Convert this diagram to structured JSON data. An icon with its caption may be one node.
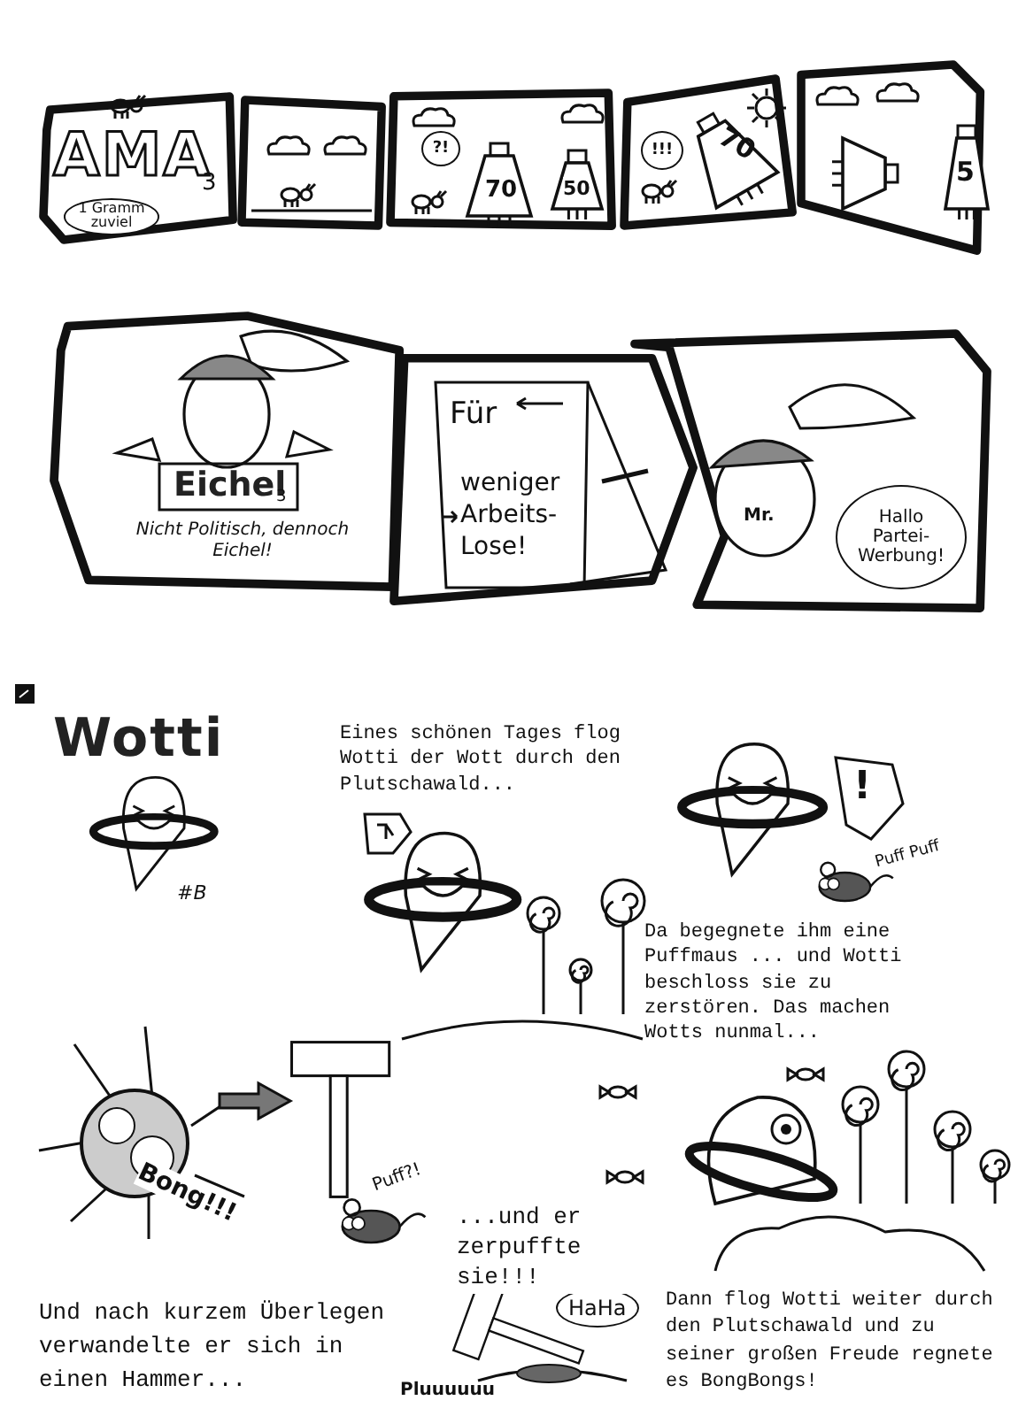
{
  "diagram": {
    "nodes": [
      {
        "text": [
          "AMA",
          "3",
          "1 Gramm zuviel"
        ]
      },
      {
        "text": [],
        "shape": "box"
      },
      {
        "text": [
          "?!",
          "70",
          "50"
        ]
      },
      {
        "text": [
          "!!!",
          "70"
        ]
      },
      {
        "text": [
          "5"
        ]
      },
      {
        "text": [
          "Eichel",
          "3",
          "Nicht Politisch, dennoch Eichel!"
        ]
      },
      {
        "text": [
          "Für",
          "weniger Arbeits- Lose!"
        ]
      },
      {
        "text": [
          "Mr.",
          "Hallo Partei- Werbung!"
        ]
      }
    ],
    "labels": [
      "Wotti",
      "#B",
      "Eines schönen Tages flog Wotti der Wott durch den Plutschawald...",
      "!",
      "Puff Puff",
      "Da begegnete ihm eine Puffmaus ... und Wotti beschloss sie zu zerstören. Das machen Wotts nunmal...",
      "Bong!!!",
      "Puff?!",
      "...und er zerpuffte sie!!!",
      "Und nach kurzem Überlegen verwandelte er sich in einen Hammer...",
      "HaHa",
      "Pluuuuuu",
      "Dann flog Wotti weiter durch den Plutschawald und zu seiner großen Freude regnete es BongBongs!"
    ]
  }
}
